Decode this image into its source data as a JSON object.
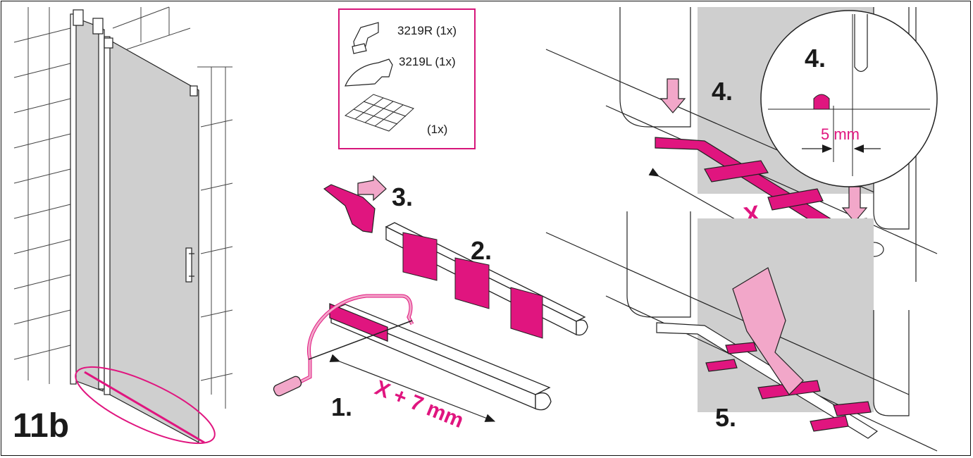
{
  "figure_label": "11b",
  "parts_list": [
    {
      "code": "3219R (1x)"
    },
    {
      "code": "3219L (1x)"
    },
    {
      "code": "(1x)"
    }
  ],
  "steps": {
    "step1": "1.",
    "step2": "2.",
    "step3": "3.",
    "step4": "4.",
    "step4_detail": "4.",
    "step5": "5."
  },
  "dimensions": {
    "cut_length": "X + 7 mm",
    "measure_x": "X",
    "offset": "5 mm"
  },
  "colors": {
    "accent": "#e0157f",
    "accent_light": "#f2a7c9",
    "glass": "#cfcfcf",
    "line": "#1a1a1a"
  }
}
